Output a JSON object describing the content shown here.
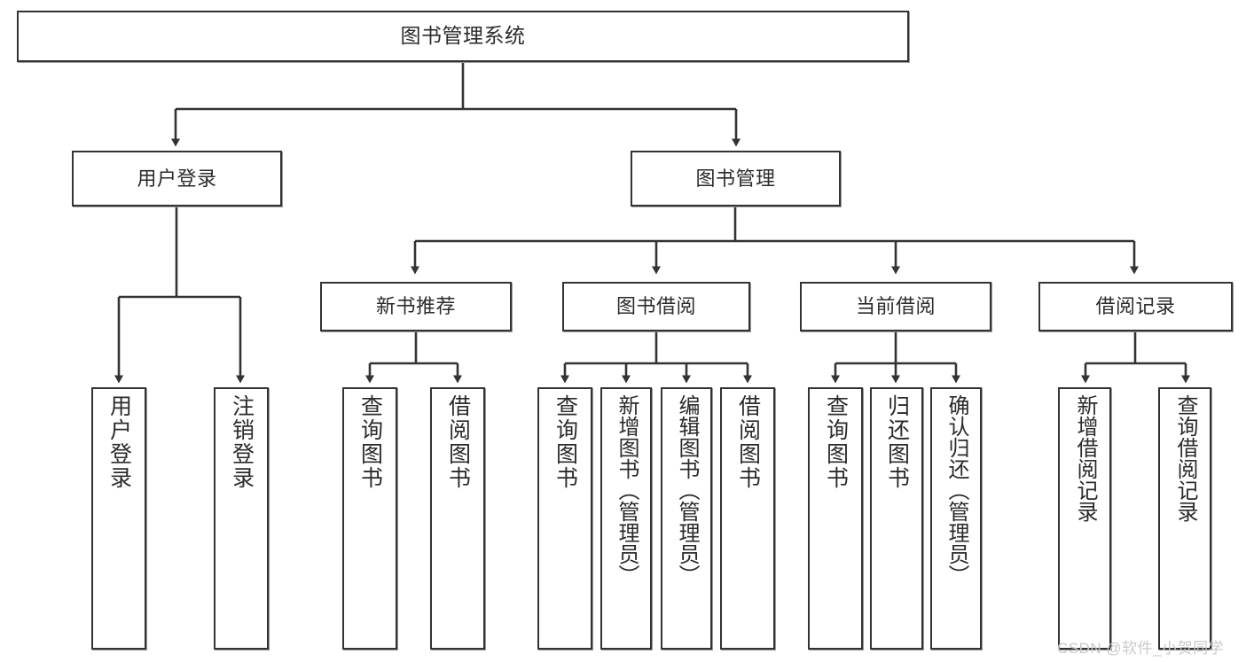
{
  "diagram": {
    "title": "图书管理系统",
    "type": "tree",
    "root": {
      "id": "root",
      "label": "图书管理系统"
    },
    "level1": [
      {
        "id": "user-login",
        "label": "用户登录"
      },
      {
        "id": "book-manage",
        "label": "图书管理"
      }
    ],
    "level2": [
      {
        "id": "new-book-recommend",
        "label": "新书推荐",
        "parent": "book-manage"
      },
      {
        "id": "book-borrow",
        "label": "图书借阅",
        "parent": "book-manage"
      },
      {
        "id": "current-borrow",
        "label": "当前借阅",
        "parent": "book-manage"
      },
      {
        "id": "borrow-record",
        "label": "借阅记录",
        "parent": "book-manage"
      }
    ],
    "leaves": [
      {
        "id": "leaf-user-login",
        "label": "用户登录",
        "parent": "user-login"
      },
      {
        "id": "leaf-user-logout",
        "label": "注销登录",
        "parent": "user-login"
      },
      {
        "id": "leaf-query-book-1",
        "label": "查询图书",
        "parent": "new-book-recommend"
      },
      {
        "id": "leaf-borrow-book-1",
        "label": "借阅图书",
        "parent": "new-book-recommend"
      },
      {
        "id": "leaf-query-book-2",
        "label": "查询图书",
        "parent": "book-borrow"
      },
      {
        "id": "leaf-add-book",
        "label": "新增图书（管理员）",
        "parent": "book-borrow"
      },
      {
        "id": "leaf-edit-book",
        "label": "编辑图书（管理员）",
        "parent": "book-borrow"
      },
      {
        "id": "leaf-borrow-book-2",
        "label": "借阅图书",
        "parent": "book-borrow"
      },
      {
        "id": "leaf-query-book-3",
        "label": "查询图书",
        "parent": "current-borrow"
      },
      {
        "id": "leaf-return-book",
        "label": "归还图书",
        "parent": "current-borrow"
      },
      {
        "id": "leaf-confirm-return",
        "label": "确认归还（管理员）",
        "parent": "current-borrow"
      },
      {
        "id": "leaf-add-record",
        "label": "新增借阅记录",
        "parent": "borrow-record"
      },
      {
        "id": "leaf-query-record",
        "label": "查询借阅记录",
        "parent": "borrow-record"
      }
    ]
  },
  "watermark": {
    "text": "CSDN @软件_小贺同学"
  },
  "colors": {
    "background": "#ffffff",
    "box_fill": "#ffffff",
    "box_border": "#333333",
    "line": "#333333",
    "text": "#2b2b2b",
    "watermark": "#c9c9c9"
  }
}
